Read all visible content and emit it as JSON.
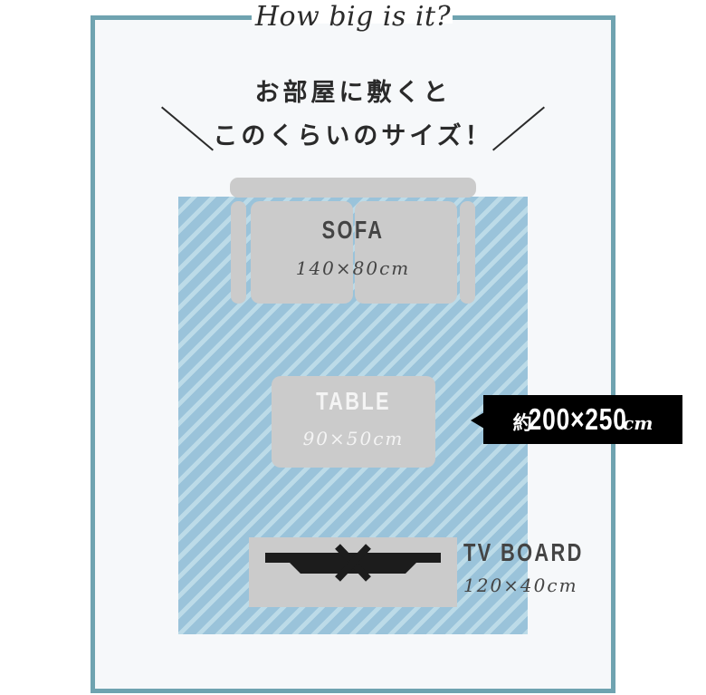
{
  "header": {
    "title": "How big is it?",
    "line1": "お部屋に敷くと",
    "line2": "このくらいのサイズ！"
  },
  "rug": {
    "size_prefix": "約",
    "size_value": "200×250",
    "size_unit": "cm"
  },
  "furniture": [
    {
      "name": "SOFA",
      "size": "140×80cm"
    },
    {
      "name": "TABLE",
      "size": "90×50cm"
    },
    {
      "name": "TV BOARD",
      "size": "120×40cm"
    }
  ],
  "colors": {
    "frame": "#6fa3b0",
    "background": "#f6f8fa",
    "rug_stripe_dark": "#9ac3da",
    "rug_stripe_light": "#bcdbe8",
    "furniture": "#cbcbcb",
    "badge": "#000000"
  }
}
